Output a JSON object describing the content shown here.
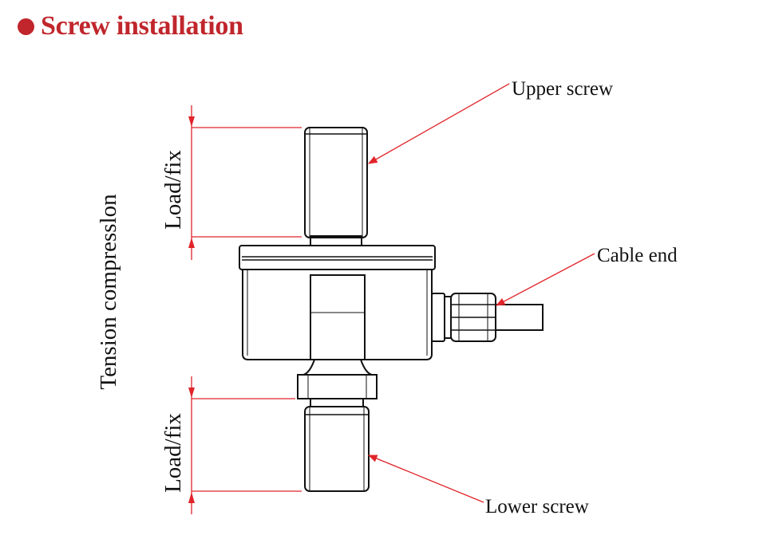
{
  "title": "Screw installation",
  "labels": {
    "upper_screw": "Upper screw",
    "cable_end": "Cable end",
    "lower_screw": "Lower screw",
    "load_fix_top": "Load/fix",
    "load_fix_bottom": "Load/fix",
    "tension": "Tension compresslon"
  },
  "colors": {
    "title": "#c0262c",
    "callout": "#e0242a",
    "outline": "#111111"
  }
}
